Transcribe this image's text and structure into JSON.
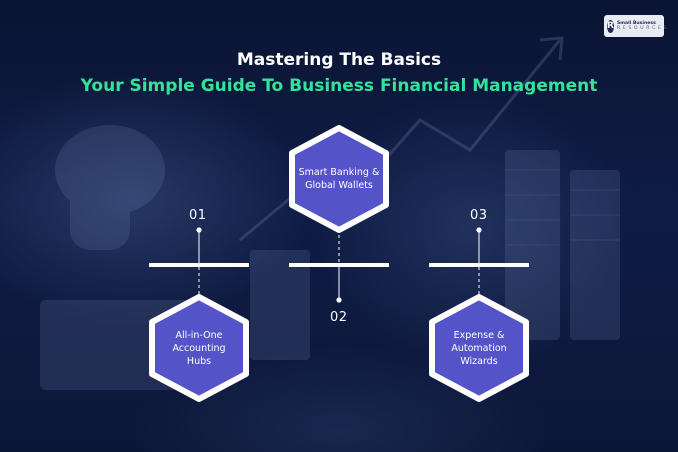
{
  "brand": {
    "logo_letter": "R",
    "logo_line1": "Small Business",
    "logo_line2": "R E S O U R C E S"
  },
  "heading": {
    "title": "Mastering The Basics",
    "subtitle": "Your Simple Guide To Business Financial Management"
  },
  "steps": [
    {
      "number": "01",
      "label": "All-in-One Accounting Hubs"
    },
    {
      "number": "02",
      "label": "Smart Banking & Global Wallets"
    },
    {
      "number": "03",
      "label": "Expense & Automation Wizards"
    }
  ],
  "colors": {
    "background": "#0b1535",
    "accent_green": "#33e39a",
    "hex_fill": "#5553c8",
    "hex_border": "#ffffff"
  }
}
